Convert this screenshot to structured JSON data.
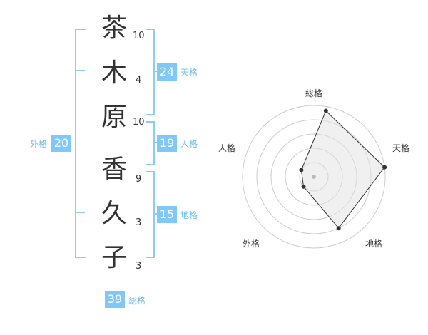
{
  "name_chars": [
    {
      "char": "茶",
      "strokes": "10"
    },
    {
      "char": "木",
      "strokes": "4"
    },
    {
      "char": "原",
      "strokes": "10"
    },
    {
      "char": "香",
      "strokes": "9"
    },
    {
      "char": "久",
      "strokes": "3"
    },
    {
      "char": "子",
      "strokes": "3"
    }
  ],
  "scores": {
    "tenkaku": {
      "value": "24",
      "label": "天格"
    },
    "jinkaku": {
      "value": "19",
      "label": "人格"
    },
    "chikaku": {
      "value": "15",
      "label": "地格"
    },
    "gaikaku": {
      "value": "20",
      "label": "外格"
    },
    "soukaku": {
      "value": "39",
      "label": "総格"
    }
  },
  "accent_color": "#80c8f8",
  "radar": {
    "labels": {
      "soukaku": "総格",
      "tenkaku": "天格",
      "chikaku": "地格",
      "gaikaku": "外格",
      "jinkaku": "人格"
    },
    "max": 5,
    "rings": 5,
    "axes_order": [
      "soukaku",
      "tenkaku",
      "chikaku",
      "gaikaku",
      "jinkaku"
    ],
    "values": {
      "soukaku": 4.7,
      "tenkaku": 5,
      "chikaku": 4,
      "gaikaku": 1,
      "jinkaku": 1
    }
  }
}
